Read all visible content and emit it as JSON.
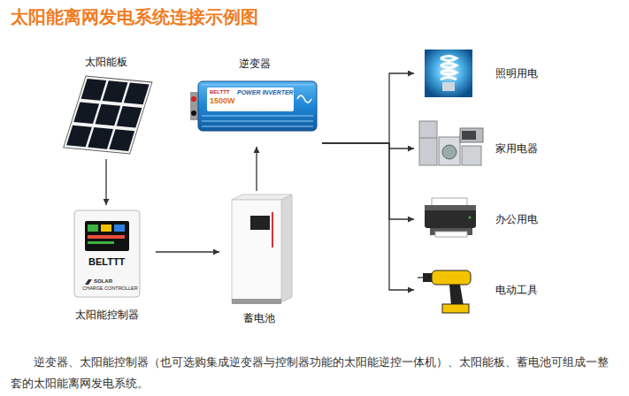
{
  "diagram": {
    "title": "太阳能离网发电系统连接示例图",
    "caption": "逆变器、太阳能控制器（也可选购集成逆变器与控制器功能的太阳能逆控一体机）、太阳能板、蓄电池可组成一整套的太阳能离网发电系统。",
    "nodes": [
      {
        "text": [
          "太阳能板"
        ]
      },
      {
        "text": [
          "逆变器"
        ]
      },
      {
        "text": [
          "照明用电"
        ]
      },
      {
        "text": [
          "家用电器"
        ]
      },
      {
        "text": [
          "办公用电"
        ]
      },
      {
        "text": [
          "太阳能控制器"
        ]
      },
      {
        "text": [
          "蓄电池"
        ]
      },
      {
        "text": [
          "电动工具"
        ]
      }
    ],
    "edges": [
      {
        "from": 0,
        "to": 5,
        "arrow": "to"
      },
      {
        "from": 5,
        "to": 6,
        "arrow": "to"
      },
      {
        "from": 6,
        "to": 1,
        "arrow": "to"
      },
      {
        "from": 1,
        "to": 2,
        "arrow": "to"
      },
      {
        "from": 1,
        "to": 3,
        "arrow": "to"
      },
      {
        "from": 1,
        "to": 4,
        "arrow": "to"
      },
      {
        "from": 1,
        "to": 7,
        "arrow": "to"
      }
    ],
    "labels": [
      "BELTTT",
      "POWER INVERTER",
      "1500W",
      "BELTTT",
      "SOLAR",
      "CHARGE CONTROLLER"
    ]
  }
}
